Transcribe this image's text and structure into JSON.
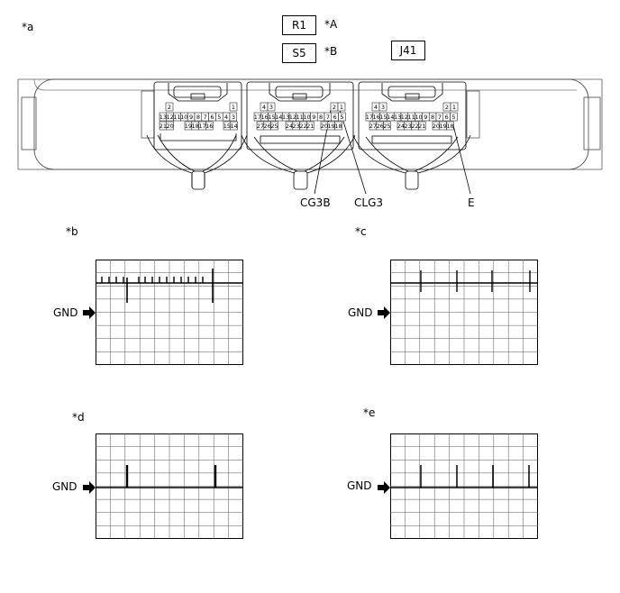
{
  "figure_label": "*a",
  "connector_codes": [
    {
      "code": "R1",
      "ref": "*A"
    },
    {
      "code": "S5",
      "ref": "*B"
    },
    {
      "code": "J41",
      "ref": ""
    }
  ],
  "connectors": [
    {
      "name": "left",
      "top_pins": [
        "2",
        "1"
      ],
      "row1": [
        "13",
        "12",
        "11",
        "10",
        "9",
        "8",
        "7",
        "6",
        "5",
        "4",
        "3"
      ],
      "row2": [
        "21",
        "20",
        "19",
        "18",
        "17",
        "16",
        "15",
        "14"
      ]
    },
    {
      "name": "middle",
      "top_pins": [
        "4",
        "3",
        "2",
        "1"
      ],
      "row1": [
        "17",
        "16",
        "15",
        "14",
        "13",
        "12",
        "11",
        "10",
        "9",
        "8",
        "7",
        "6",
        "5"
      ],
      "row2": [
        "27",
        "26",
        "25",
        "24",
        "23",
        "22",
        "21",
        "20",
        "19",
        "18"
      ]
    },
    {
      "name": "right",
      "top_pins": [
        "4",
        "3",
        "2",
        "1"
      ],
      "row1": [
        "17",
        "16",
        "15",
        "14",
        "13",
        "12",
        "11",
        "10",
        "9",
        "8",
        "7",
        "6",
        "5"
      ],
      "row2": [
        "27",
        "26",
        "25",
        "24",
        "23",
        "22",
        "21",
        "20",
        "19",
        "18"
      ]
    }
  ],
  "callouts": [
    "CG3B",
    "CLG3",
    "E"
  ],
  "waveforms": [
    {
      "label": "*b",
      "ref": "GND",
      "pulse_count": 14,
      "tall_pulses": 2
    },
    {
      "label": "*c",
      "ref": "GND",
      "pulse_count": 4,
      "tall_pulses": 0
    },
    {
      "label": "*d",
      "ref": "GND",
      "pulse_count": 2,
      "tall_pulses": 0
    },
    {
      "label": "*e",
      "ref": "GND",
      "pulse_count": 4,
      "tall_pulses": 0
    }
  ]
}
